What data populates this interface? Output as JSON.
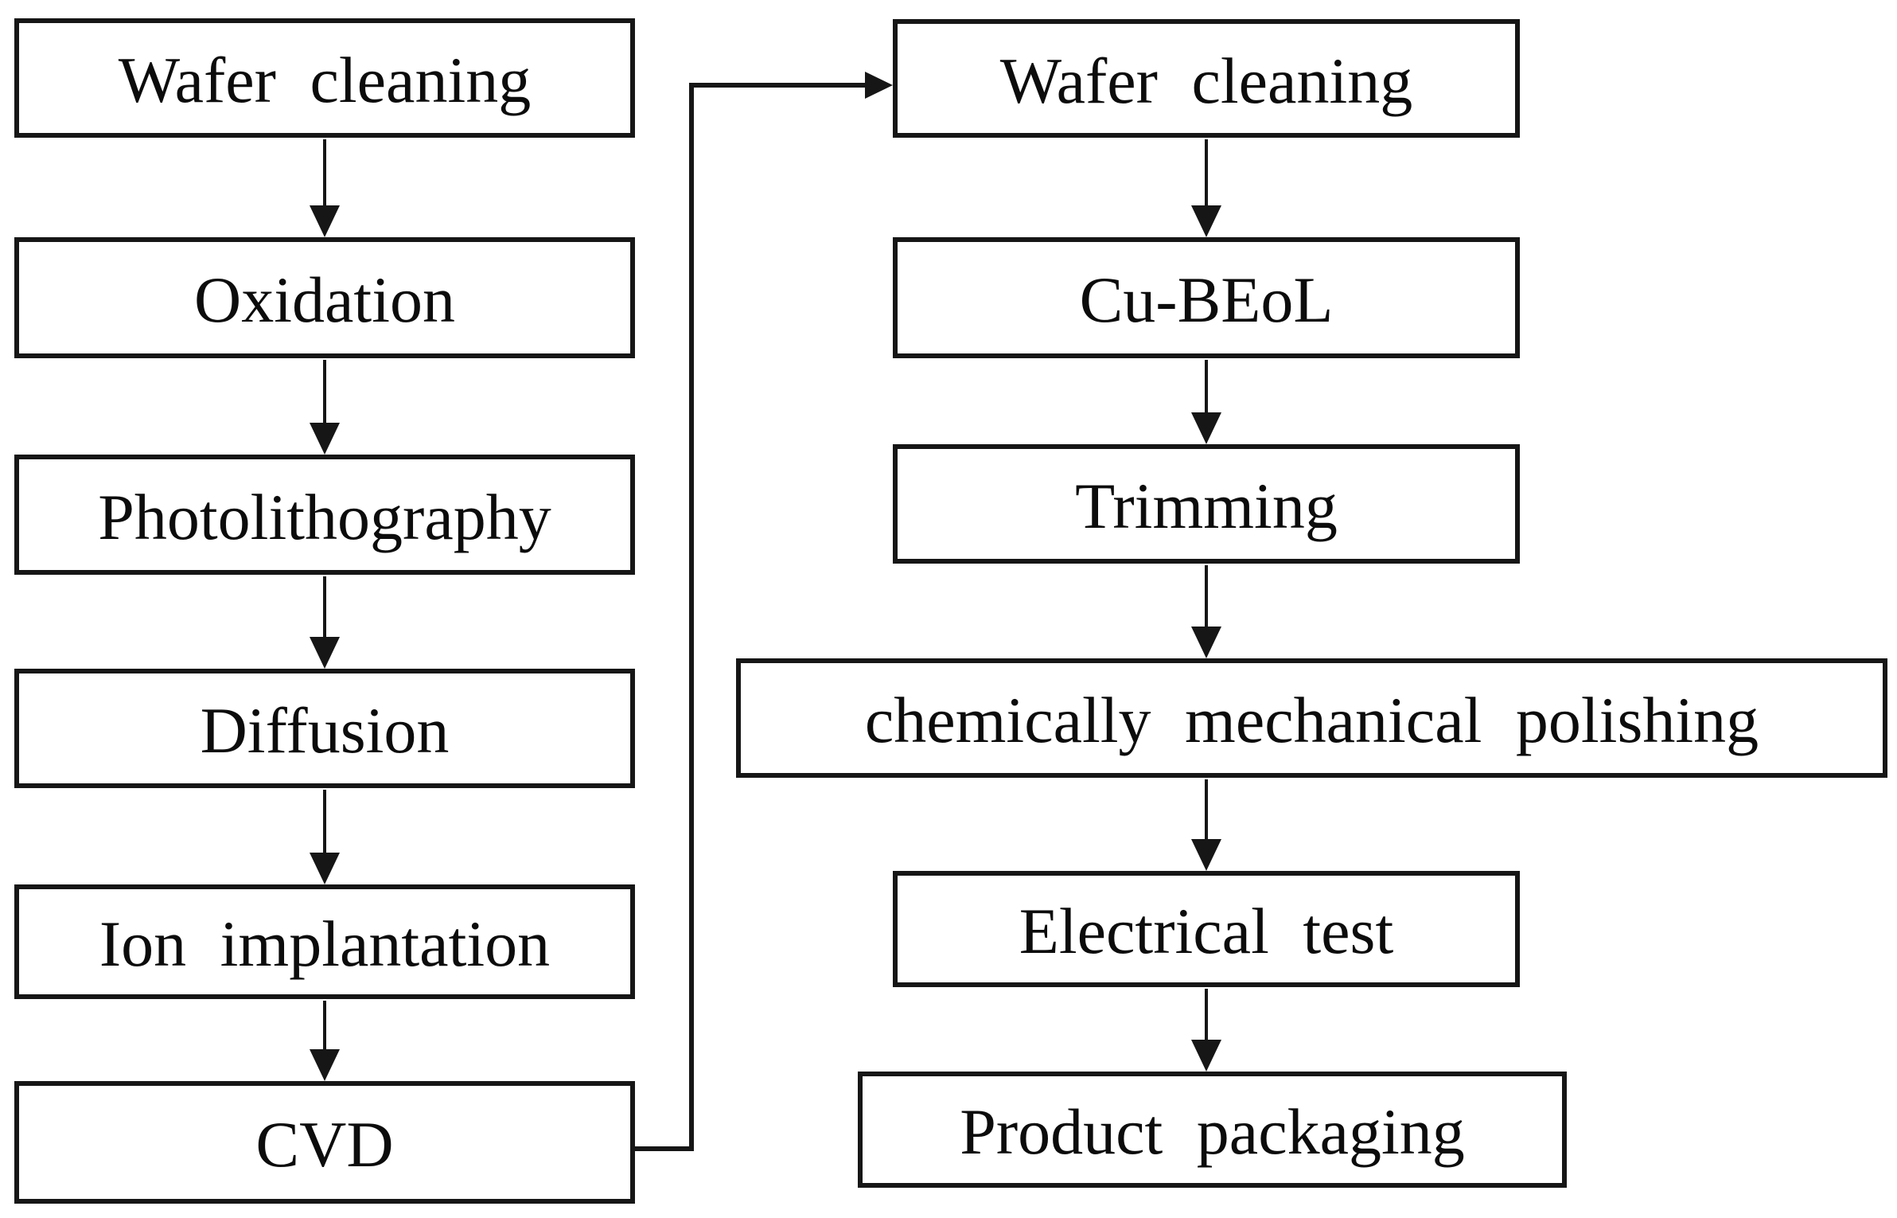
{
  "flowchart": {
    "colors": {
      "background": "#ffffff",
      "line": "#161616",
      "text": "#0c0c0c"
    },
    "front_end_steps": [
      {
        "label": "Wafer cleaning"
      },
      {
        "label": "Oxidation"
      },
      {
        "label": "Photolithography"
      },
      {
        "label": "Diffusion"
      },
      {
        "label": "Ion implantation"
      },
      {
        "label": "CVD"
      }
    ],
    "back_end_steps": [
      {
        "label": "Wafer cleaning"
      },
      {
        "label": "Cu-BEoL"
      },
      {
        "label": "Trimming"
      },
      {
        "label": "chemically mechanical polishing"
      },
      {
        "label": "Electrical test"
      },
      {
        "label": "Product packaging"
      }
    ],
    "edges": [
      {
        "from": "Wafer cleaning (front-end)",
        "to": "Oxidation"
      },
      {
        "from": "Oxidation",
        "to": "Photolithography"
      },
      {
        "from": "Photolithography",
        "to": "Diffusion"
      },
      {
        "from": "Diffusion",
        "to": "Ion implantation"
      },
      {
        "from": "Ion implantation",
        "to": "CVD"
      },
      {
        "from": "CVD",
        "to": "Wafer cleaning (back-end)"
      },
      {
        "from": "Wafer cleaning (back-end)",
        "to": "Cu-BEoL"
      },
      {
        "from": "Cu-BEoL",
        "to": "Trimming"
      },
      {
        "from": "Trimming",
        "to": "chemically mechanical polishing"
      },
      {
        "from": "chemically mechanical polishing",
        "to": "Electrical test"
      },
      {
        "from": "Electrical test",
        "to": "Product packaging"
      }
    ]
  }
}
